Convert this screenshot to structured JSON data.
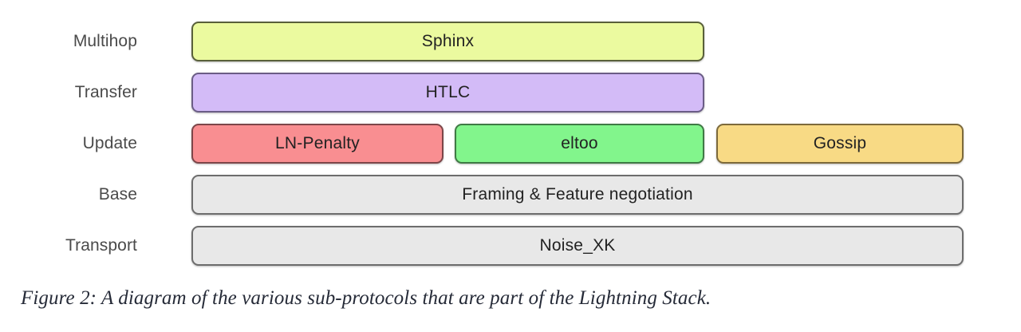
{
  "figure": {
    "caption": "Figure 2: A diagram of the various sub-protocols that are part of the Lightning Stack.",
    "background": "#ffffff"
  },
  "diagram": {
    "type": "layered-stack",
    "rows": [
      {
        "label": "Multihop",
        "boxes": [
          {
            "label": "Sphinx",
            "fill": "#ebfa9f",
            "border": "#59603a",
            "span": "full"
          }
        ]
      },
      {
        "label": "Transfer",
        "boxes": [
          {
            "label": "HTLC",
            "fill": "#d3bbf7",
            "border": "#6b5d86",
            "span": "full"
          }
        ]
      },
      {
        "label": "Update",
        "boxes": [
          {
            "label": "LN-Penalty",
            "fill": "#f98e91",
            "border": "#7d4649",
            "span": "third"
          },
          {
            "label": "eltoo",
            "fill": "#82f58c",
            "border": "#3f7a45",
            "span": "third"
          },
          {
            "label": "Gossip",
            "fill": "#f8da85",
            "border": "#7d6a3b",
            "span": "third"
          }
        ]
      },
      {
        "label": "Base",
        "boxes": [
          {
            "label": "Framing & Feature negotiation",
            "fill": "#e8e8e8",
            "border": "#6d6d6d",
            "span": "wide"
          }
        ]
      },
      {
        "label": "Transport",
        "boxes": [
          {
            "label": "Noise_XK",
            "fill": "#e8e8e8",
            "border": "#6d6d6d",
            "span": "wide"
          }
        ]
      }
    ]
  }
}
